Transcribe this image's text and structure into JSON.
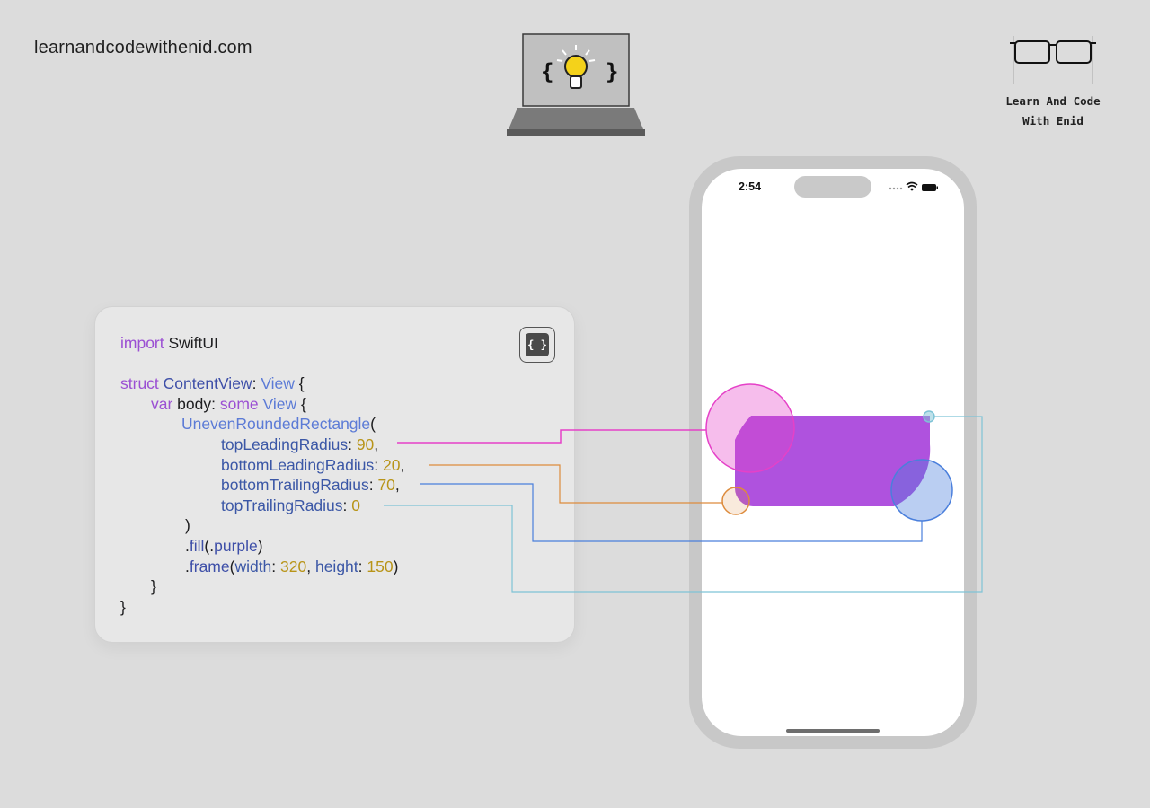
{
  "header": {
    "site_url": "learnandcodewithenid.com",
    "brand_line1": "Learn And Code",
    "brand_line2": "With Enid"
  },
  "code": {
    "lines": [
      [
        {
          "t": "import",
          "c": "kw"
        },
        {
          "t": " SwiftUI",
          "c": "plain"
        }
      ],
      [],
      [
        {
          "t": "struct",
          "c": "kw"
        },
        {
          "t": " ContentView",
          "c": "fn"
        },
        {
          "t": ": ",
          "c": "plain"
        },
        {
          "t": "View",
          "c": "tp"
        },
        {
          "t": " {",
          "c": "plain"
        }
      ],
      [
        {
          "t": "var",
          "c": "kw"
        },
        {
          "t": " body",
          "c": "plain"
        },
        {
          "t": ": ",
          "c": "plain"
        },
        {
          "t": "some",
          "c": "kw"
        },
        {
          "t": " View",
          "c": "tp"
        },
        {
          "t": " {",
          "c": "plain"
        }
      ],
      [
        {
          "t": "UnevenRoundedRectangle",
          "c": "tp"
        },
        {
          "t": "(",
          "c": "plain"
        }
      ],
      [
        {
          "t": "topLeadingRadius",
          "c": "lb"
        },
        {
          "t": ": ",
          "c": "plain"
        },
        {
          "t": "90",
          "c": "num"
        },
        {
          "t": ",",
          "c": "plain"
        }
      ],
      [
        {
          "t": "bottomLeadingRadius",
          "c": "lb"
        },
        {
          "t": ": ",
          "c": "plain"
        },
        {
          "t": "20",
          "c": "num"
        },
        {
          "t": ",",
          "c": "plain"
        }
      ],
      [
        {
          "t": "bottomTrailingRadius",
          "c": "lb"
        },
        {
          "t": ": ",
          "c": "plain"
        },
        {
          "t": "70",
          "c": "num"
        },
        {
          "t": ",",
          "c": "plain"
        }
      ],
      [
        {
          "t": "topTrailingRadius",
          "c": "lb"
        },
        {
          "t": ": ",
          "c": "plain"
        },
        {
          "t": "0",
          "c": "num"
        }
      ],
      [
        {
          "t": ")",
          "c": "plain"
        }
      ],
      [
        {
          "t": ".",
          "c": "plain"
        },
        {
          "t": "fill",
          "c": "fn"
        },
        {
          "t": "(.",
          "c": "plain"
        },
        {
          "t": "purple",
          "c": "fn"
        },
        {
          "t": ")",
          "c": "plain"
        }
      ],
      [
        {
          "t": ".",
          "c": "plain"
        },
        {
          "t": "frame",
          "c": "fn"
        },
        {
          "t": "(",
          "c": "plain"
        },
        {
          "t": "width",
          "c": "lb"
        },
        {
          "t": ": ",
          "c": "plain"
        },
        {
          "t": "320",
          "c": "num"
        },
        {
          "t": ", ",
          "c": "plain"
        },
        {
          "t": "height",
          "c": "lb"
        },
        {
          "t": ": ",
          "c": "plain"
        },
        {
          "t": "150",
          "c": "num"
        },
        {
          "t": ")",
          "c": "plain"
        }
      ],
      [
        {
          "t": "}",
          "c": "plain"
        }
      ],
      [
        {
          "t": "}",
          "c": "plain"
        }
      ]
    ],
    "format_button_label": "{ }"
  },
  "phone": {
    "time": "2:54"
  },
  "colors": {
    "purple_shape": "#af52de",
    "top_leading": "#e541c8",
    "bottom_leading": "#dd8b3c",
    "bottom_trailing": "#4a7fdc",
    "top_trailing": "#7ec3d6"
  }
}
